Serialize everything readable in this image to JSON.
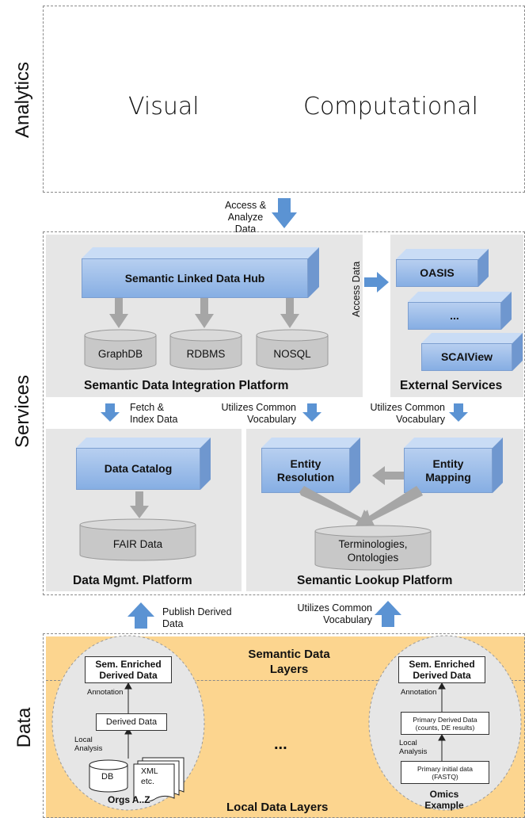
{
  "sides": {
    "analytics": "Analytics",
    "services": "Services",
    "data": "Data"
  },
  "analytics": {
    "visual": "Visual",
    "computational": "Computational"
  },
  "arrows": {
    "access_analyze": "Access & Analyze Data",
    "access_data": "Access Data",
    "fetch_index": "Fetch & Index Data",
    "utilizes_1": "Utilizes Common Vocabulary",
    "utilizes_2": "Utilizes Common Vocabulary",
    "publish": "Publish Derived Data",
    "utilizes_3": "Utilizes Common Vocabulary"
  },
  "integration": {
    "hub": "Semantic Linked Data Hub",
    "stores": [
      "GraphDB",
      "RDBMS",
      "NOSQL"
    ],
    "title": "Semantic Data Integration Platform"
  },
  "external": {
    "oasis": "OASIS",
    "dots": "...",
    "scaiview": "SCAIView",
    "title": "External Services"
  },
  "mgmt": {
    "catalog": "Data  Catalog",
    "fair": "FAIR Data",
    "title": "Data Mgmt. Platform"
  },
  "lookup": {
    "resolution": "Entity Resolution",
    "mapping": "Entity Mapping",
    "terminologies": "Terminologies, Ontologies",
    "title": "Semantic  Lookup Platform"
  },
  "data_layer": {
    "semantic": "Semantic Data Layers",
    "local": "Local Data Layers",
    "dots": "...",
    "left": {
      "enriched": "Sem. Enriched Derived Data",
      "annotation": "Annotation",
      "derived": "Derived Data",
      "analysis": "Local Analysis",
      "db": "DB",
      "xml": "XML etc.",
      "caption": "Orgs A..Z"
    },
    "right": {
      "enriched": "Sem. Enriched Derived Data",
      "annotation": "Annotation",
      "primary_derived": "Primary Derived Data (counts, DE results)",
      "analysis": "Local Analysis",
      "primary_initial": "Primary initial data (FASTQ)",
      "caption": "Omics Example"
    }
  },
  "colors": {
    "box": "#9dbde9",
    "arrow_blue": "#5b93d3",
    "arrow_grey": "#a6a6a6",
    "panel": "#e6e6e6",
    "data_bg": "#fcd58f"
  }
}
